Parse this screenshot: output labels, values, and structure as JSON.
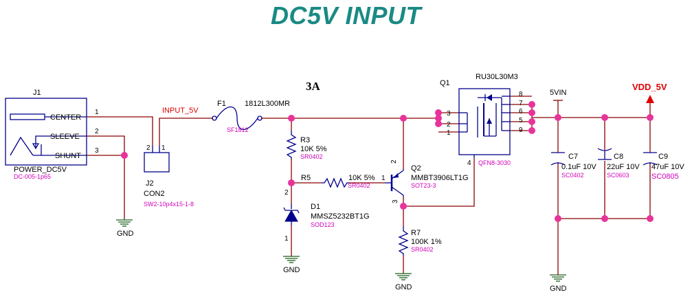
{
  "title": "DC5V INPUT",
  "current_note": "3A",
  "nets": {
    "input": "INPUT_5V",
    "vin": "5VIN",
    "vdd": "VDD_5V",
    "gnd": "GND"
  },
  "j1": {
    "ref": "J1",
    "name": "POWER_DC5V",
    "footprint": "DC-005-1p65",
    "pins": [
      {
        "label": "CENTER",
        "num": "1"
      },
      {
        "label": "SLEEVE",
        "num": "2"
      },
      {
        "label": "SHUNT",
        "num": "3"
      }
    ]
  },
  "j2": {
    "ref": "J2",
    "value": "CON2",
    "footprint": "SW2-10p4x15-1-8",
    "pin1": "1",
    "pin2": "2"
  },
  "f1": {
    "ref": "F1",
    "value": "1812L300MR",
    "footprint": "SF1812"
  },
  "r3": {
    "ref": "R3",
    "value": "10K 5%",
    "footprint": "SR0402"
  },
  "r5": {
    "ref": "R5",
    "value": "10K 5%",
    "footprint": "SR0402"
  },
  "r7": {
    "ref": "R7",
    "value": "100K 1%",
    "footprint": "SR0402"
  },
  "d1": {
    "ref": "D1",
    "value": "MMSZ5232BT1G",
    "footprint": "SOD123",
    "pin1": "1",
    "pin2": "2"
  },
  "q1": {
    "ref": "Q1",
    "value": "RU30L30M3",
    "footprint": "QFN8-3030",
    "pins": [
      "1",
      "2",
      "3",
      "4",
      "5",
      "6",
      "7",
      "8",
      "9"
    ]
  },
  "q2": {
    "ref": "Q2",
    "value": "MMBT3906LT1G",
    "footprint": "SOT23-3",
    "pin1": "1",
    "pin2": "2",
    "pin3": "3"
  },
  "c7": {
    "ref": "C7",
    "value": "0.1uF 10V",
    "footprint": "SC0402"
  },
  "c8": {
    "ref": "C8",
    "value": "22uF 10V",
    "footprint": "SC0603"
  },
  "c9": {
    "ref": "C9",
    "value": "47uF 10V",
    "footprint": "SC0805"
  },
  "colors": {
    "title": "#1a8a84",
    "wire": "#8b0000",
    "symbol": "#00008b",
    "ground": "#1a5c1a",
    "junction": "#e8339a",
    "footprint_text": "#d000b8",
    "net_label": "#e00000"
  }
}
